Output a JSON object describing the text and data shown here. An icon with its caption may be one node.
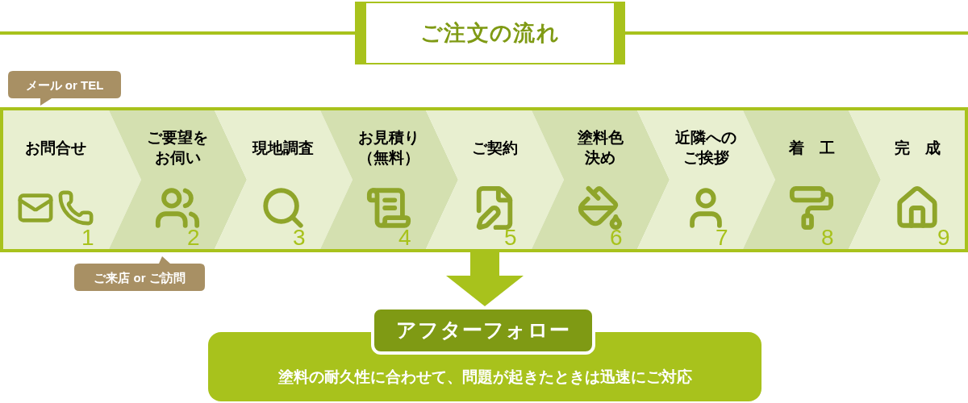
{
  "diagram": {
    "title": "ご注文の流れ",
    "nodes": [
      {
        "text": [
          "メール or TEL"
        ]
      },
      {
        "text": [],
        "shape": "box"
      },
      {
        "text": [
          "お問合せ",
          "1"
        ],
        "in": 1
      },
      {
        "text": [
          "ご要望をお伺い",
          "2"
        ],
        "in": 1
      },
      {
        "text": [
          "現地調査",
          "3"
        ],
        "in": 1
      },
      {
        "text": [
          "お見積り（無料）",
          "4"
        ],
        "in": 1
      },
      {
        "text": [
          "ご契約",
          "5"
        ],
        "in": 1
      },
      {
        "text": [
          "塗料色決め",
          "6"
        ],
        "in": 1
      },
      {
        "text": [
          "近隣へのご挨拶",
          "7"
        ],
        "in": 1
      },
      {
        "text": [
          "着　工",
          "8"
        ],
        "in": 1
      },
      {
        "text": [
          "完　成",
          "9"
        ],
        "in": 1
      },
      {
        "text": [
          "ご来店 or ご訪問"
        ]
      },
      {
        "text": [
          "アフターフォロー",
          "塗料の耐久性に合わせて、問題が起きたときは迅速にご対応"
        ]
      }
    ],
    "edges": [
      {
        "from": 1,
        "to": 12,
        "arrow": "to"
      }
    ]
  }
}
